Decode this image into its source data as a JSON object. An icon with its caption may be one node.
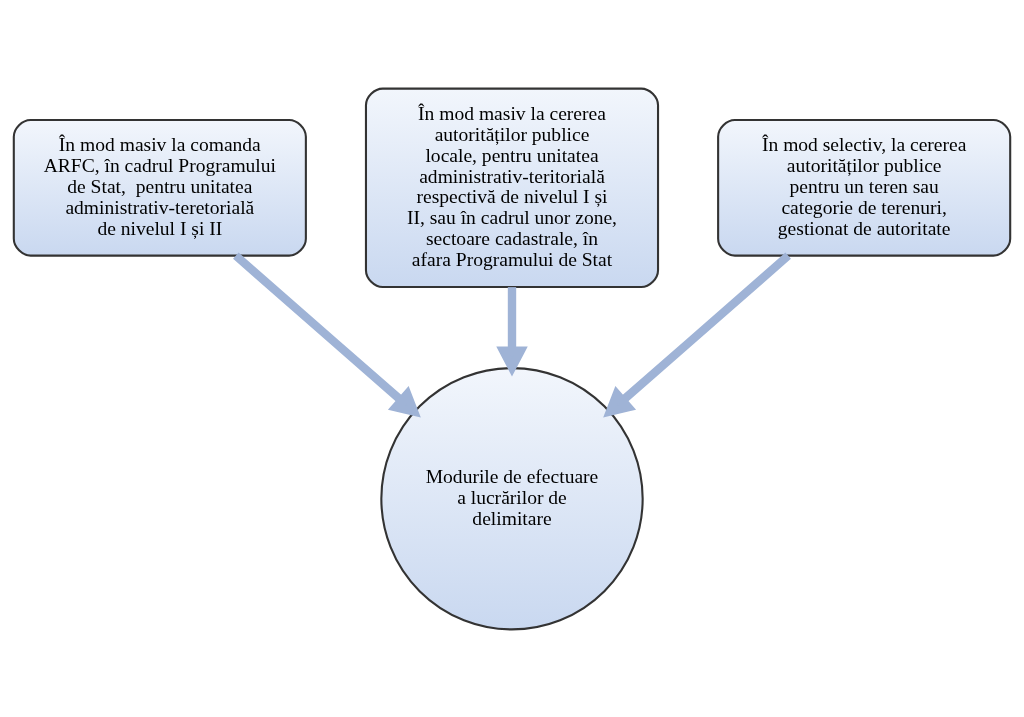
{
  "diagram": {
    "nodes": [
      {
        "text": [
          "În mod masiv la cererea autorităților publice locale, pentru unitatea administrativ-teritorială respectivă de nivelul I și II, sau în cadrul unor zone, sectoare cadastrale, în afara Programului de Stat"
        ]
      },
      {
        "text": [
          "În mod masiv la comanda ARFC, în cadrul Programului de Stat,  pentru unitatea administrativ-teretorială de nivelul I și II"
        ]
      },
      {
        "text": [
          "În mod selectiv, la cererea autorităților publice pentru un teren sau categorie de terenuri, gestionat de autoritate"
        ]
      },
      {
        "text": [
          "Modurile de efectuare a lucrărilor de delimitare"
        ]
      }
    ],
    "edges": [
      {
        "from": 0,
        "to": 3,
        "arrow": "to"
      },
      {
        "from": 1,
        "to": 3,
        "arrow": "to"
      },
      {
        "from": 2,
        "to": 3,
        "arrow": "to"
      }
    ]
  }
}
